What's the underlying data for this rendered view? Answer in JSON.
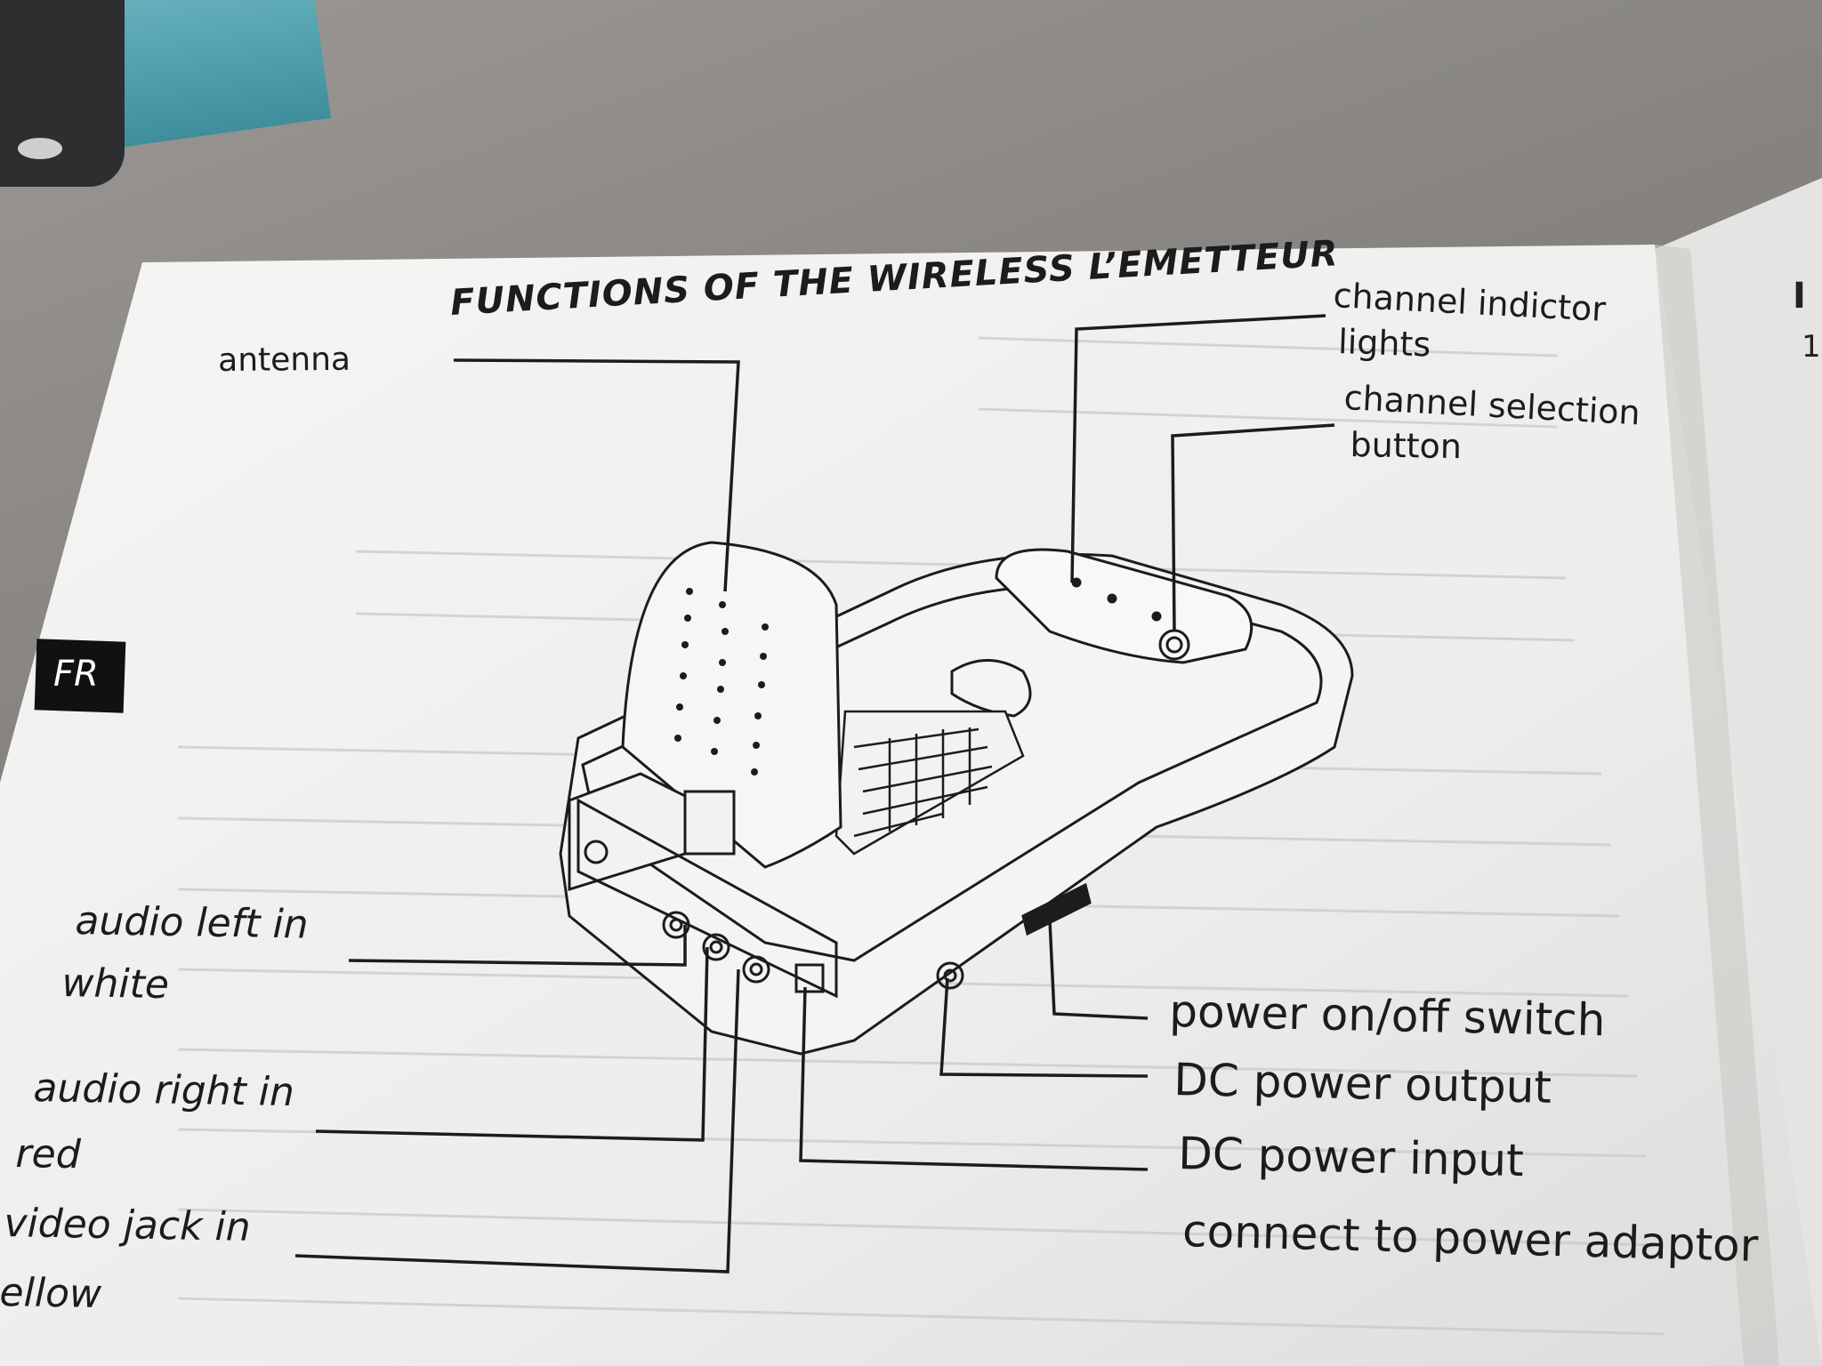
{
  "manual": {
    "title": "FUNCTIONS OF THE WIRELESS L’EMETTEUR",
    "language_tab": "FR",
    "right_edge_heading": "I",
    "right_edge_number": "1",
    "labels": {
      "antenna": "antenna",
      "channel_indicator_1": "channel indictor",
      "channel_indicator_2": "lights",
      "channel_selection_1": "channel selection",
      "channel_selection_2": "button",
      "audio_left_1": "audio left in",
      "audio_left_2": "white",
      "audio_right_1": "audio right in",
      "audio_right_2": "red",
      "video_jack_1": "video jack in",
      "video_jack_2": "ellow",
      "power_switch": "power on/off switch",
      "dc_output": "DC power output",
      "dc_input": "DC power input",
      "power_adaptor": "connect to power adaptor"
    }
  },
  "colors": {
    "paper": "#f2f2f0",
    "ink": "#1c1c1c",
    "sofa": "#8a8784",
    "box": "#4f9fae"
  }
}
